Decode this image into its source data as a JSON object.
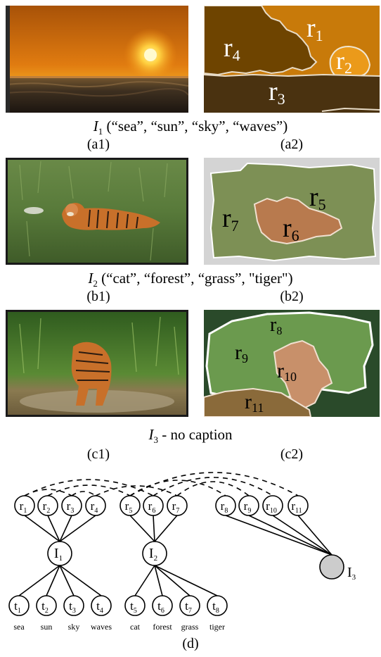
{
  "row_a": {
    "caption_var": "I",
    "caption_sub": "1",
    "caption_rest": " (“sea”, “sun”, “sky”, “waves”)",
    "left_label": "(a1)",
    "right_label": "(a2)",
    "regions": [
      {
        "base": "r",
        "sub": "1"
      },
      {
        "base": "r",
        "sub": "2"
      },
      {
        "base": "r",
        "sub": "3"
      },
      {
        "base": "r",
        "sub": "4"
      }
    ]
  },
  "row_b": {
    "caption_var": "I",
    "caption_sub": "2",
    "caption_rest": " (“cat”, “forest”, “grass”, \"tiger\")",
    "left_label": "(b1)",
    "right_label": "(b2)",
    "regions": [
      {
        "base": "r",
        "sub": "5"
      },
      {
        "base": "r",
        "sub": "6"
      },
      {
        "base": "r",
        "sub": "7"
      }
    ]
  },
  "row_c": {
    "caption_var": "I",
    "caption_sub": "3",
    "caption_rest": " - no caption",
    "left_label": "(c1)",
    "right_label": "(c2)",
    "regions": [
      {
        "base": "r",
        "sub": "8"
      },
      {
        "base": "r",
        "sub": "9"
      },
      {
        "base": "r",
        "sub": "10"
      },
      {
        "base": "r",
        "sub": "11"
      }
    ]
  },
  "graph": {
    "label": "(d)",
    "region_nodes": [
      {
        "base": "r",
        "sub": "1"
      },
      {
        "base": "r",
        "sub": "2"
      },
      {
        "base": "r",
        "sub": "3"
      },
      {
        "base": "r",
        "sub": "4"
      },
      {
        "base": "r",
        "sub": "5"
      },
      {
        "base": "r",
        "sub": "6"
      },
      {
        "base": "r",
        "sub": "7"
      },
      {
        "base": "r",
        "sub": "8"
      },
      {
        "base": "r",
        "sub": "9"
      },
      {
        "base": "r",
        "sub": "10"
      },
      {
        "base": "r",
        "sub": "11"
      }
    ],
    "image_nodes": [
      {
        "base": "I",
        "sub": "1"
      },
      {
        "base": "I",
        "sub": "2"
      },
      {
        "base": "I",
        "sub": "3"
      }
    ],
    "term_nodes": [
      {
        "base": "t",
        "sub": "1",
        "word": "sea"
      },
      {
        "base": "t",
        "sub": "2",
        "word": "sun"
      },
      {
        "base": "t",
        "sub": "3",
        "word": "sky"
      },
      {
        "base": "t",
        "sub": "4",
        "word": "waves"
      },
      {
        "base": "t",
        "sub": "5",
        "word": "cat"
      },
      {
        "base": "t",
        "sub": "6",
        "word": "forest"
      },
      {
        "base": "t",
        "sub": "7",
        "word": "grass"
      },
      {
        "base": "t",
        "sub": "8",
        "word": "tiger"
      }
    ],
    "colors": {
      "node_fill": "#ffffff",
      "image3_fill": "#cccccc",
      "stroke": "#000000"
    }
  }
}
